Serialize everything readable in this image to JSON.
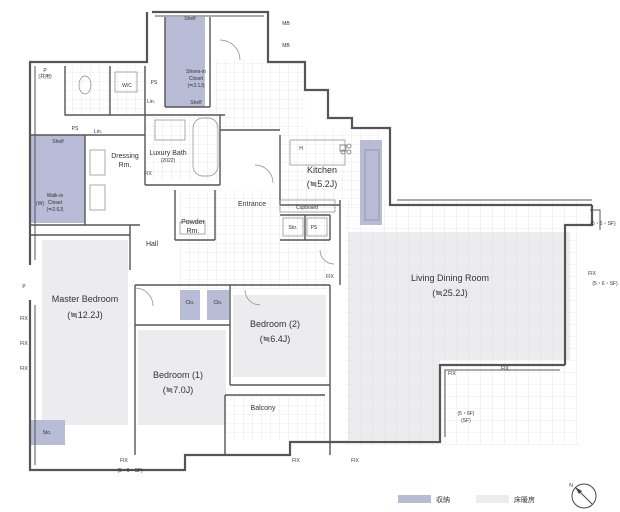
{
  "colors": {
    "storage": "#b8bcd6",
    "floor_heating": "#ececef",
    "wall": "#555555",
    "tile_grid": "#d9d9d9",
    "text": "#333333"
  },
  "rooms": {
    "master_bedroom": {
      "name": "Master Bedroom",
      "size": "(≒12.2J)"
    },
    "bedroom1": {
      "name": "Bedroom (1)",
      "size": "(≒7.0J)"
    },
    "bedroom2": {
      "name": "Bedroom (2)",
      "size": "(≒6.4J)"
    },
    "living_dining": {
      "name": "Living Dining Room",
      "size": "(≒25.2J)"
    },
    "kitchen": {
      "name": "Kitchen",
      "size": "(≒5.2J)"
    },
    "luxury_bath": {
      "name": "Luxury Bath",
      "size": "(2022)"
    },
    "dressing": {
      "name1": "Dressing",
      "name2": "Rm."
    },
    "powder": {
      "name1": "Powder",
      "name2": "Rm."
    },
    "shoes_closet": {
      "name1": "Shoes-in",
      "name2": "Closet",
      "size": "(≒3.1J)"
    },
    "walkin_closet": {
      "name1": "Walk-in",
      "name2": "Closet",
      "size": "(≒2.6J)"
    },
    "entrance": "Entrance",
    "hall": "Hall",
    "balcony": "Balcony"
  },
  "labels": {
    "mb": "MB",
    "ps": "PS",
    "p": "P",
    "p_sub": "(共用)",
    "wc": "W/C",
    "lin": "Lin.",
    "shelf": "Shelf",
    "clo": "Clo.",
    "sto": "Sto.",
    "cupboard": "Cupboard",
    "fix": "FIX",
    "h": "H",
    "wic": "(W)",
    "dim_sill_bottom": "(5・6・SF)",
    "dim_right": "(5・6・SF)",
    "dim_balcony": "(5・6F)",
    "dim_balcony2": "(SF)"
  },
  "legend": {
    "storage": "収納",
    "floor_heating": "床暖房"
  },
  "icons": {
    "compass": "north-compass-icon"
  }
}
